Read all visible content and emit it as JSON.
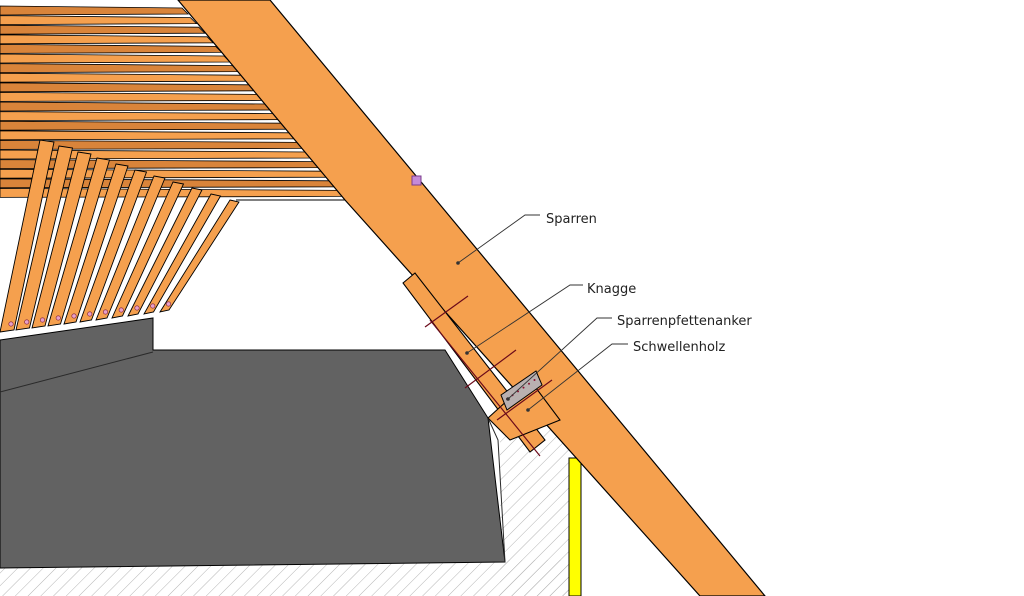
{
  "colors": {
    "wood": "#F5A04E",
    "wood_dark": "#D9843A",
    "edge": "#000000",
    "concrete": "#626262",
    "hatch": "#B5B5B5",
    "yellow": "#FFFF00",
    "anchor": "#B9B0B0",
    "marker": "#C58AD8"
  },
  "labels": {
    "sparren": "Sparren",
    "knagge": "Knagge",
    "sparrenpfettenanker": "Sparrenpfettenanker",
    "schwellenholz": "Schwellenholz"
  }
}
